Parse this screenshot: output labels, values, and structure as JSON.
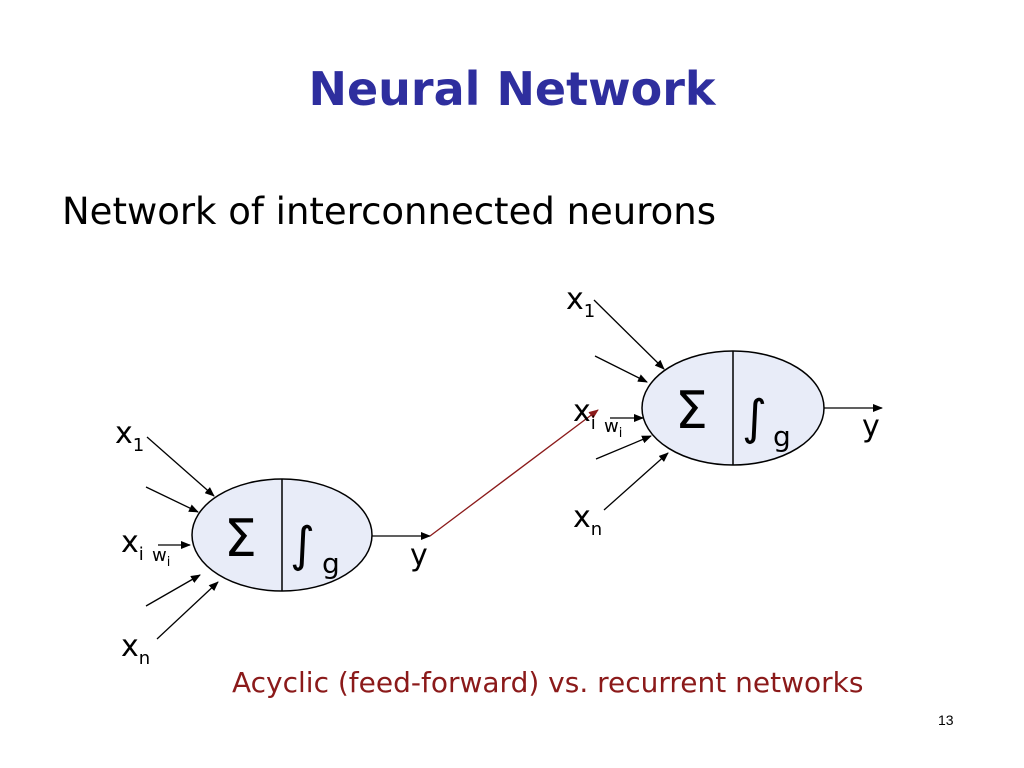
{
  "slide": {
    "title": "Neural Network",
    "subtitle": "Network of interconnected neurons",
    "caption": "Acyclic (feed-forward) vs. recurrent networks",
    "page_number": "13"
  },
  "neuron1": {
    "x1": "x",
    "x1_sub": "1",
    "xi": "x",
    "xi_sub": "i",
    "wi": "w",
    "wi_sub": "i",
    "xn": "x",
    "xn_sub": "n",
    "sum_symbol": "Σ",
    "integral_symbol": "∫",
    "g": "g",
    "output": "y"
  },
  "neuron2": {
    "x1": "x",
    "x1_sub": "1",
    "xi": "x",
    "xi_sub": "i",
    "wi": "w",
    "wi_sub": "i",
    "xn": "x",
    "xn_sub": "n",
    "sum_symbol": "Σ",
    "integral_symbol": "∫",
    "g": "g",
    "output": "y"
  },
  "colors": {
    "title": "#2e2e9e",
    "neuron_fill": "#e8ecf8",
    "connection": "#8b1a1a",
    "caption": "#8b1a1a"
  }
}
